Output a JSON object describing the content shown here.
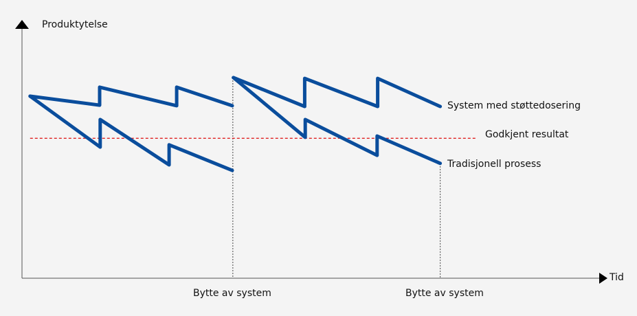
{
  "chart_data": {
    "type": "line",
    "title": "",
    "ylabel": "Produktytelse",
    "xlabel": "Tid",
    "xlim": [
      0,
      10
    ],
    "ylim": [
      0,
      10
    ],
    "grid": false,
    "series": [
      {
        "name": "System med støttedosering",
        "color": "#0a4d9c",
        "points": [
          [
            0.14,
            7.26
          ],
          [
            1.34,
            6.9
          ],
          [
            1.34,
            7.62
          ],
          [
            2.67,
            6.88
          ],
          [
            2.67,
            7.62
          ],
          [
            3.63,
            6.88
          ],
          null,
          [
            3.65,
            8.0
          ],
          [
            4.88,
            6.85
          ],
          [
            4.88,
            7.97
          ],
          [
            6.14,
            6.85
          ],
          [
            6.14,
            7.97
          ],
          [
            7.22,
            6.85
          ]
        ]
      },
      {
        "name": "Tradisjonell prosess",
        "color": "#0a4d9c",
        "points": [
          [
            0.14,
            7.26
          ],
          [
            1.35,
            5.23
          ],
          [
            1.35,
            6.33
          ],
          [
            2.54,
            4.52
          ],
          [
            2.54,
            5.32
          ],
          [
            3.63,
            4.3
          ],
          null,
          [
            3.65,
            8.0
          ],
          [
            4.89,
            5.62
          ],
          [
            4.89,
            6.33
          ],
          [
            6.13,
            4.9
          ],
          [
            6.13,
            5.67
          ],
          [
            7.22,
            4.58
          ]
        ]
      }
    ],
    "threshold": {
      "name": "Godkjent resultat",
      "value": 5.58,
      "x_range": [
        0.14,
        7.86
      ],
      "color": "#e02020"
    },
    "events": [
      {
        "label": "Bytte av system",
        "x": 3.64,
        "y_top": 8.0
      },
      {
        "label": "Bytte av system",
        "x": 7.22,
        "y_top": 4.58
      }
    ]
  }
}
